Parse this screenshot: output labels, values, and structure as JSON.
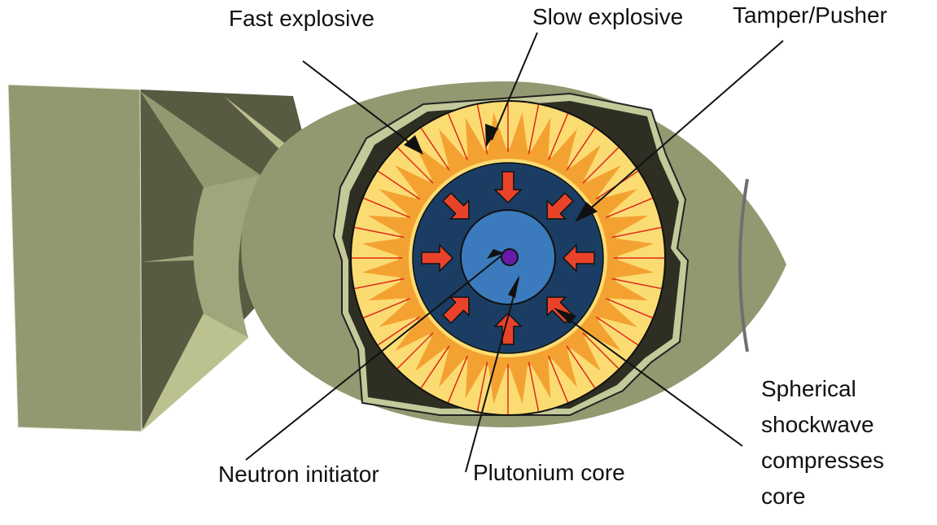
{
  "title": "Implosion-type nuclear weapon cross-section",
  "labels": {
    "fast_explosive": "Fast explosive",
    "slow_explosive": "Slow explosive",
    "tamper_pusher": "Tamper/Pusher",
    "neutron_initiator": "Neutron initiator",
    "plutonium_core": "Plutonium core",
    "shockwave_line1": "Spherical",
    "shockwave_line2": "shockwave",
    "shockwave_line3": "compresses",
    "shockwave_line4": "core"
  },
  "colors": {
    "casing": "#949870",
    "casing_dark": "#585a42",
    "casing_light": "#bcc190",
    "casing_mid": "#a0a67c",
    "shell_dark": "#2e2e22",
    "shell_edge": "#c4c99a",
    "fast_explosive": "#fbdc72",
    "slow_explosive": "#f3a232",
    "detonator_lines": "#e02a1a",
    "tamper": "#1b3d63",
    "core": "#3b7bbd",
    "initiator": "#6a1aa8",
    "compression_arrows": "#e8432a",
    "leader_lines": "#111111"
  },
  "counts": {
    "explosive_lenses": 32,
    "compression_arrows": 8
  }
}
